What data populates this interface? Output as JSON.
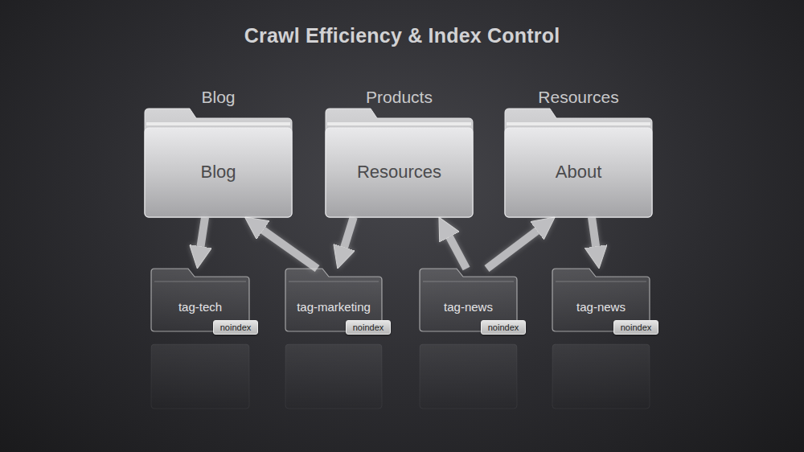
{
  "diagram": {
    "title": "Crawl Efficiency & Index Control",
    "nodes": [
      {
        "text": [
          "Blog",
          "Blog"
        ]
      },
      {
        "text": [
          "Products",
          "Resources"
        ]
      },
      {
        "text": [
          "Resources",
          "About"
        ]
      },
      {
        "text": [
          "tag-tech"
        ]
      },
      {
        "text": [
          "noindex"
        ],
        "in": 3
      },
      {
        "text": [
          "tag-marketing"
        ]
      },
      {
        "text": [
          "noindex"
        ],
        "in": 5
      },
      {
        "text": [
          "tag-news"
        ]
      },
      {
        "text": [
          "noindex"
        ],
        "in": 7
      },
      {
        "text": [
          "tag-news"
        ]
      },
      {
        "text": [
          "noindex"
        ],
        "in": 9
      }
    ],
    "edges": [
      {
        "from": 0,
        "to": 3,
        "arrow": "to"
      },
      {
        "from": 5,
        "to": 0,
        "arrow": "to"
      },
      {
        "from": 1,
        "to": 5,
        "arrow": "to"
      },
      {
        "from": 7,
        "to": 1,
        "arrow": "to"
      },
      {
        "from": 7,
        "to": 2,
        "arrow": "to"
      },
      {
        "from": 2,
        "to": 9,
        "arrow": "to"
      }
    ]
  }
}
